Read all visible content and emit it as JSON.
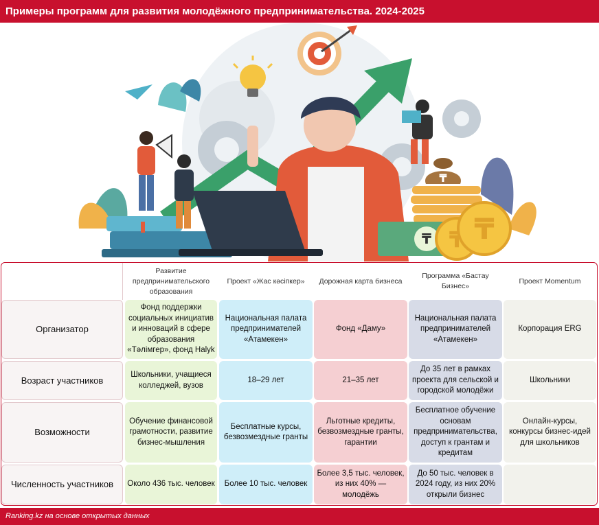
{
  "title": "Примеры программ для развития молодёжного предпринимательства. 2024-2025",
  "illustration": {
    "currency_symbol": "₸"
  },
  "table": {
    "columns": [
      "Развитие предпринимательского образования",
      "Проект «Жас кәсіпкер»",
      "Дорожная карта бизнеса",
      "Программа «Бастау Бизнес»",
      "Проект Momentum"
    ],
    "rows": [
      {
        "label": "Организатор",
        "cells": [
          "Фонд поддержки социальных инициатив и инноваций в сфере образования «Тәлімгер», фонд Halyk",
          "Национальная палата предпринимателей «Атамекен»",
          "Фонд «Даму»",
          "Национальная палата предпринимателей «Атамекен»",
          "Корпорация ERG"
        ]
      },
      {
        "label": "Возраст участников",
        "cells": [
          "Школьники, учащиеся колледжей, вузов",
          "18–29 лет",
          "21–35 лет",
          "До 35 лет в рамках проекта для сельской и городской молодёжи",
          "Школьники"
        ]
      },
      {
        "label": "Возможности",
        "cells": [
          "Обучение финансовой грамотности, развитие бизнес-мышления",
          "Бесплатные курсы, безвозмездные гранты",
          "Льготные кредиты, безвозмездные гранты, гарантии",
          "Бесплатное обучение основам предпринимательства, доступ к грантам и кредитам",
          "Онлайн-курсы, конкурсы бизнес-идей для школьников"
        ]
      },
      {
        "label": "Численность участников",
        "cells": [
          "Около 436 тыс. человек",
          "Более 10 тыс. человек",
          "Более 3,5 тыс. человек, из них 40% — молодёжь",
          "До 50 тыс. человек в 2024 году, из них 20% открыли бизнес",
          ""
        ]
      }
    ]
  },
  "footer": "Ranking.kz на основе открытых данных"
}
